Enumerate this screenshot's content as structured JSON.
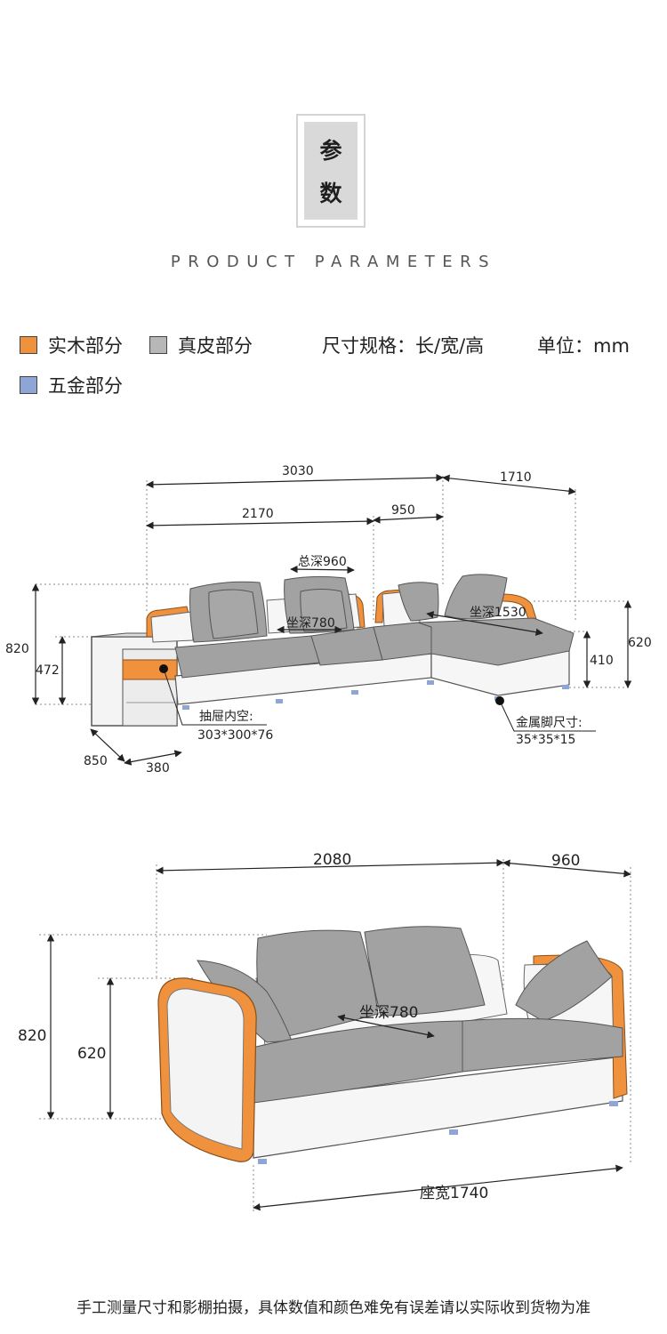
{
  "header": {
    "title_char_1": "参",
    "title_char_2": "数",
    "subtitle": "PRODUCT PARAMETERS"
  },
  "legend": {
    "wood": {
      "label": "实木部分",
      "color": "#f0913e"
    },
    "leather": {
      "label": "真皮部分",
      "color": "#b7b7b7"
    },
    "hardware": {
      "label": "五金部分",
      "color": "#8ea6d6"
    },
    "spec": "尺寸规格：长/宽/高",
    "unit": "单位：mm"
  },
  "diagram1": {
    "total_length": "3030",
    "chaise_length": "1710",
    "main_length": "2170",
    "middle_length": "950",
    "total_depth": "总深960",
    "seat_depth": "坐深780",
    "chaise_seat_depth": "坐深1530",
    "height_left": "820",
    "side_table_height": "472",
    "height_right": "620",
    "chaise_height": "410",
    "drawer_label": "抽屉内空:",
    "drawer_size": "303*300*76",
    "leg_label": "金属脚尺寸:",
    "leg_size": "35*35*15",
    "table_depth": "850",
    "table_width": "380"
  },
  "diagram2": {
    "length": "2080",
    "depth": "960",
    "height": "820",
    "back_height": "620",
    "seat_depth": "坐深780",
    "seat_width": "座宽1740"
  },
  "footer": {
    "note": "手工测量尺寸和影棚拍摄，具体数值和颜色难免有误差请以实际收到货物为准"
  }
}
